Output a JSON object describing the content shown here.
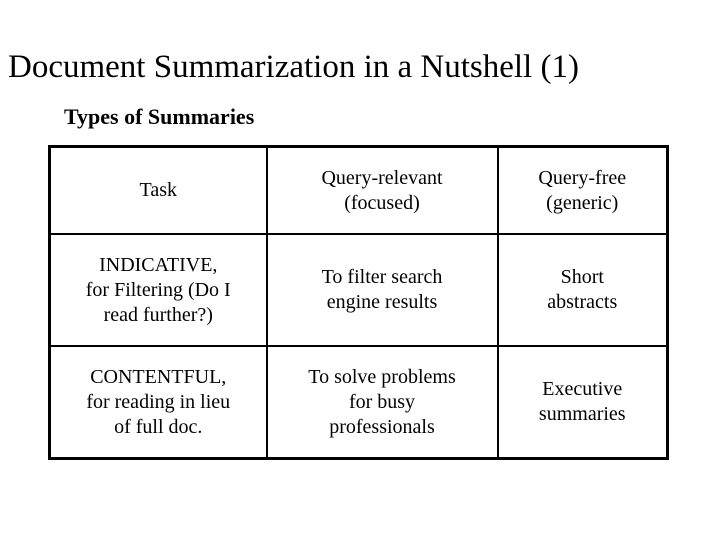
{
  "slide": {
    "title": "Document Summarization in a Nutshell (1)",
    "section_heading": "Types of Summaries",
    "colors": {
      "background": "#ffffff",
      "text": "#000000",
      "table_border": "#000000"
    }
  },
  "table": {
    "columns": [
      {
        "header": "Task"
      },
      {
        "header_lines": [
          "Query-relevant",
          "(focused)"
        ]
      },
      {
        "header_lines": [
          "Query-free",
          "(generic)"
        ]
      }
    ],
    "headers": {
      "col1": "Task",
      "col2_line1": "Query-relevant",
      "col2_line2": "(focused)",
      "col3_line1": "Query-free",
      "col3_line2": "(generic)"
    },
    "rows": [
      {
        "task_line1": "INDICATIVE,",
        "task_line2": "for Filtering (Do I",
        "task_line3": "read further?)",
        "query_relevant_line1": "To filter search",
        "query_relevant_line2": "engine results",
        "query_relevant_line3": "",
        "query_free_line1": "Short",
        "query_free_line2": "abstracts",
        "query_free_line3": ""
      },
      {
        "task_line1": "CONTENTFUL,",
        "task_line2": "for reading in lieu",
        "task_line3": "of full doc.",
        "query_relevant_line1": "To solve problems",
        "query_relevant_line2": "for busy",
        "query_relevant_line3": "professionals",
        "query_free_line1": "Executive",
        "query_free_line2": "summaries",
        "query_free_line3": ""
      }
    ]
  }
}
